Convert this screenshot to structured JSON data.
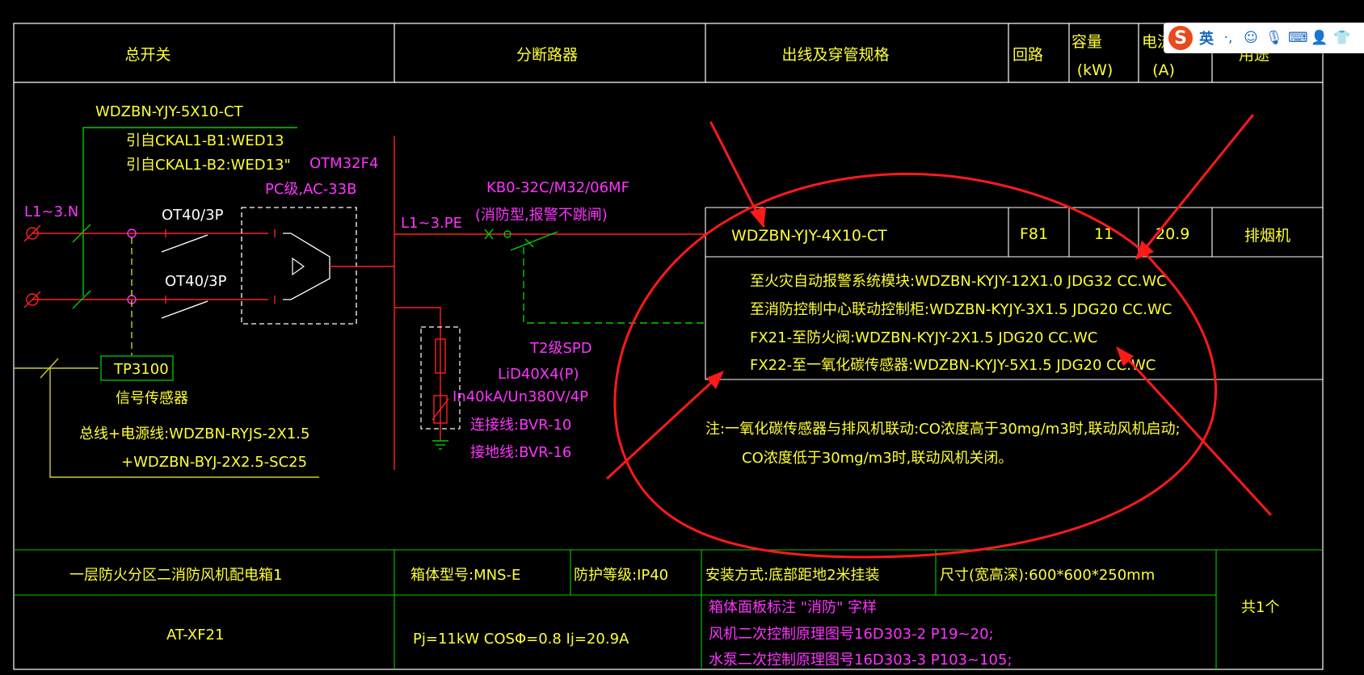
{
  "header": {
    "main_switch": "总开关",
    "breaker": "分断路器",
    "cable_spec": "出线及穿管规格",
    "circuit": "回路",
    "capacity_label": "容量",
    "capacity_unit": "(kW)",
    "current_label": "电流",
    "current_unit": "(A)",
    "usage": "用途"
  },
  "left": {
    "feed_cable": "WDZBN-YJY-5X10-CT",
    "feed_source_1": "引自CKAL1-B1:WED13",
    "feed_source_2": "引自CKAL1-B2:WED13\"",
    "atse_model": "OTM32F4",
    "atse_class": "PC级,AC-33B",
    "phase_in": "L1~3.N",
    "switch_1": "OT40/3P",
    "switch_2": "OT40/3P",
    "sensor_box": "TP3100",
    "sensor_label": "信号传感器",
    "bus_cable_1": "总线+电源线:WDZBN-RYJS-2X1.5",
    "bus_cable_2": "+WDZBN-BYJ-2X2.5-SC25"
  },
  "middle": {
    "bus_phase": "L1~3.PE",
    "breaker_model": "KB0-32C/M32/06MF",
    "breaker_note": "(消防型,报警不跳闸)",
    "spd_class": "T2级SPD",
    "spd_model": "LiD40X4(P)",
    "spd_rating": "In40kA/Un380V/4P",
    "connect_wire": "连接线:BVR-10",
    "ground_wire": "接地线:BVR-16"
  },
  "outgoing": {
    "cable": "WDZBN-YJY-4X10-CT",
    "circuit": "F81",
    "capacity": "11",
    "current": "20.9",
    "usage": "排烟机",
    "control_lines": [
      "至火灾自动报警系统模块:WDZBN-KYJY-12X1.0  JDG32  CC.WC",
      "至消防控制中心联动控制柜:WDZBN-KYJY-3X1.5  JDG20  CC.WC",
      "FX21-至防火阀:WDZBN-KYJY-2X1.5  JDG20  CC.WC",
      "FX22-至一氧化碳传感器:WDZBN-KYJY-5X1.5  JDG20  CC.WC"
    ],
    "note_1": "注:一氧化碳传感器与排风机联动:CO浓度高于30mg/m3时,联动风机启动;",
    "note_2": "CO浓度低于30mg/m3时,联动风机关闭。"
  },
  "footer": {
    "panel_name": "一层防火分区二消防风机配电箱1",
    "box_model": "箱体型号:MNS-E",
    "protection": "防护等级:IP40",
    "install": "安装方式:底部距地2米挂装",
    "dimensions": "尺寸(宽高深):600*600*250mm",
    "quantity": "共1个",
    "panel_code": "AT-XF21",
    "power_calc": "Pj=11kW  COSΦ=0.8  Ij=20.9A",
    "remark_1": "箱体面板标注 \"消防\" 字样",
    "remark_2": "风机二次控制原理图号16D303-2   P19~20;",
    "remark_3": "水泵二次控制原理图号16D303-3   P103~105;"
  },
  "ime": {
    "lang": "英",
    "logo": "S",
    "icons": [
      "punctuation-icon",
      "emoji-icon",
      "mic-icon",
      "keyboard-icon",
      "user-icon",
      "skin-icon"
    ]
  },
  "colors": {
    "frame": "#ffffff",
    "table_line": "#00cc00",
    "text_yellow": "#ffff33",
    "text_magenta": "#ff33ff",
    "circuit_red": "#ff2020",
    "annotation_red": "#ff1a1a",
    "dash_yellow": "#cccc33"
  }
}
